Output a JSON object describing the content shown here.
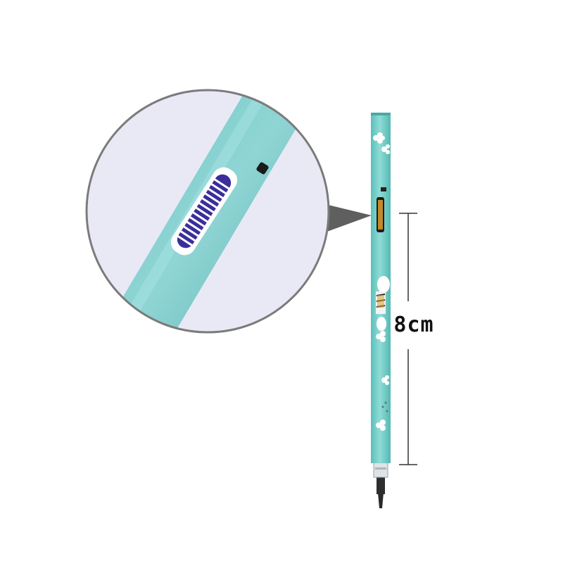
{
  "measurement": {
    "label": "8cm",
    "color": "#111111"
  },
  "colors": {
    "barrel": "#7fd3cf",
    "barrel_dark": "#4fb3ad",
    "magnifier_bg": "#e9e9f6",
    "magnifier_border": "#7b7b7b",
    "ink_window": "#3a2f9a",
    "pointer": "#5f5f5f",
    "tip": "#2a2a2a"
  },
  "icons": [
    "magnifier-circle",
    "pointer-triangle",
    "flower-decoration",
    "pen-refill",
    "spring-window"
  ]
}
